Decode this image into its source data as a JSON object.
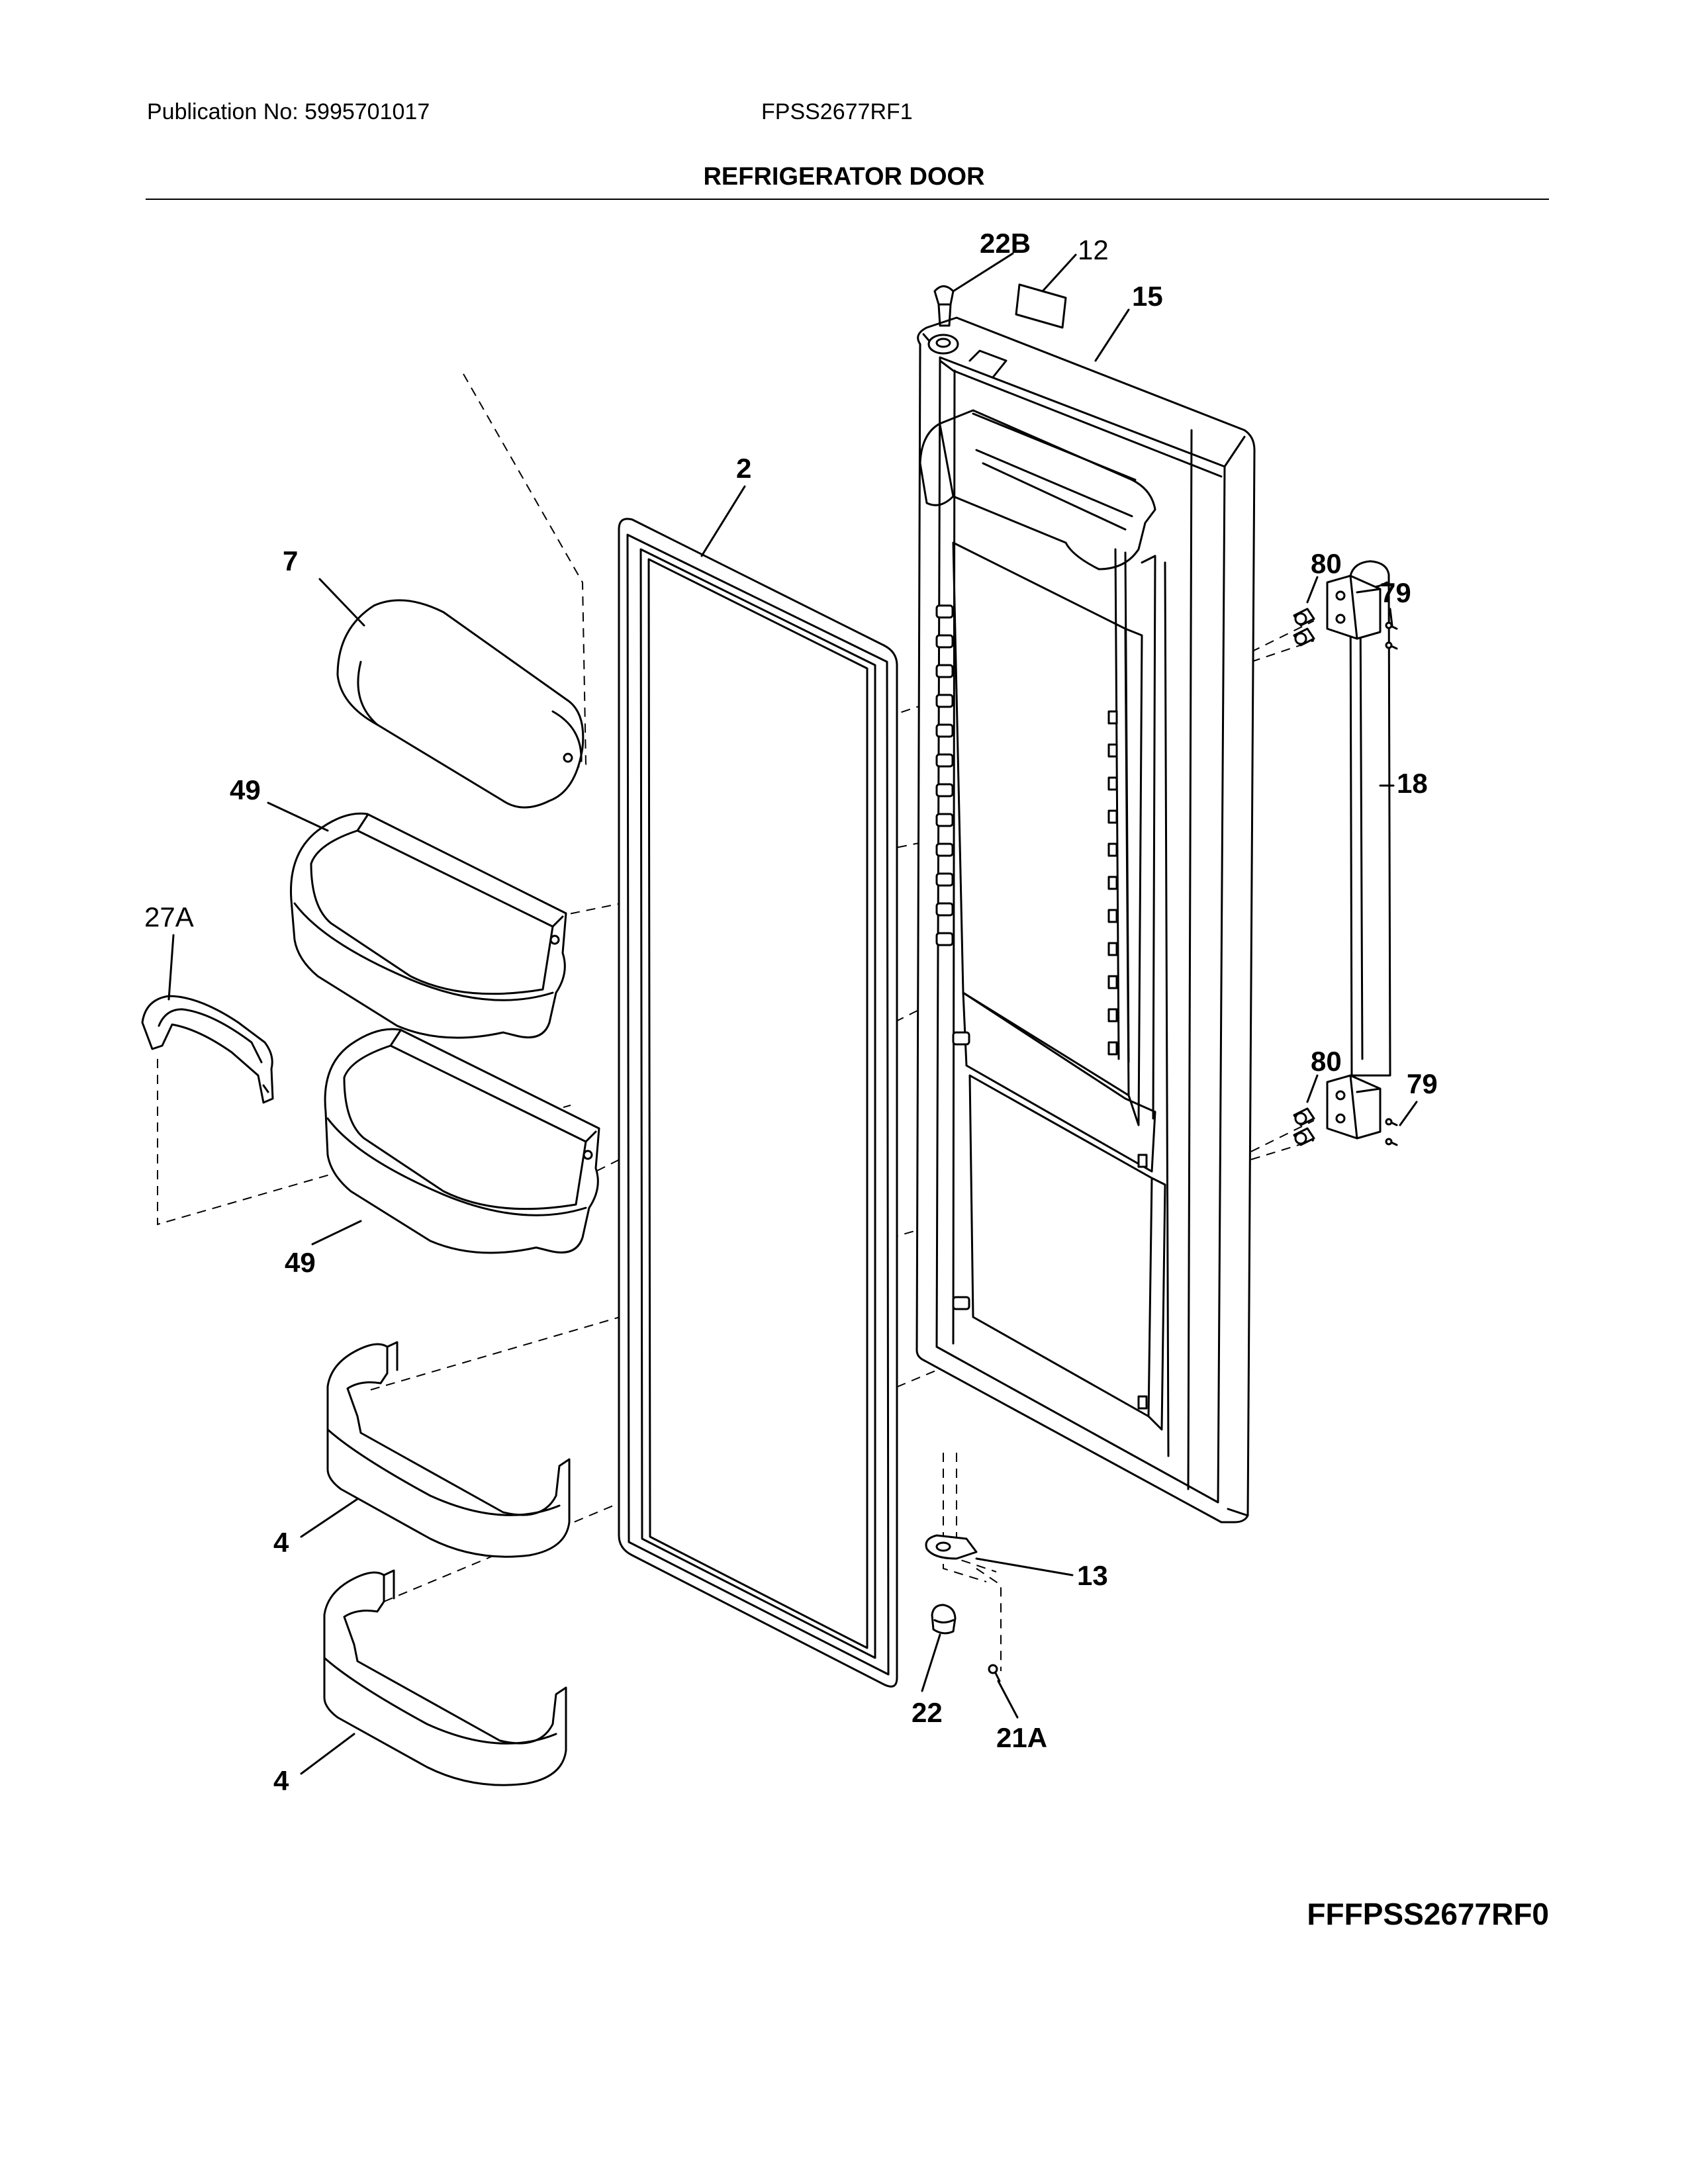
{
  "header": {
    "publication": "Publication No: 5995701017",
    "model": "FPSS2677RF1",
    "title": "REFRIGERATOR DOOR"
  },
  "footer": {
    "diagram_code": "FFFPSS2677RF0"
  },
  "callouts": {
    "c22b": "22B",
    "c12": "12",
    "c15": "15",
    "c2": "2",
    "c7": "7",
    "c80a": "80",
    "c79a": "79",
    "c49a": "49",
    "c18": "18",
    "c27a": "27A",
    "c80b": "80",
    "c79b": "79",
    "c49b": "49",
    "c4a": "4",
    "c13": "13",
    "c22": "22",
    "c21a": "21A",
    "c4b": "4"
  }
}
